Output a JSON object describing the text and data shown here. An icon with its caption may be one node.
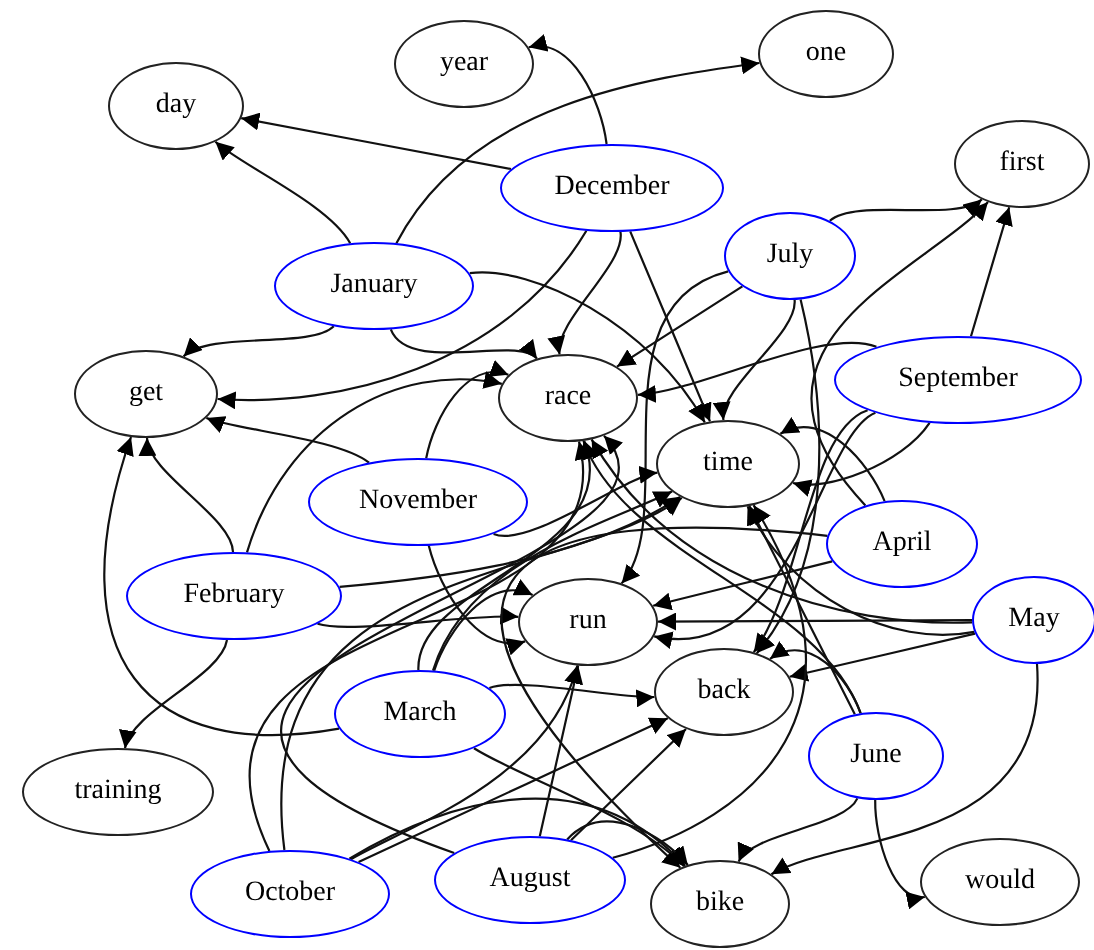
{
  "diagram": {
    "nodes": [
      {
        "text": [
          "year"
        ]
      },
      {
        "text": [
          "one"
        ]
      },
      {
        "text": [
          "day"
        ]
      },
      {
        "text": [
          "December"
        ]
      },
      {
        "text": [
          "first"
        ]
      },
      {
        "text": [
          "July"
        ]
      },
      {
        "text": [
          "January"
        ]
      },
      {
        "text": [
          "get"
        ]
      },
      {
        "text": [
          "race"
        ]
      },
      {
        "text": [
          "September"
        ]
      },
      {
        "text": [
          "time"
        ]
      },
      {
        "text": [
          "November"
        ]
      },
      {
        "text": [
          "April"
        ]
      },
      {
        "text": [
          "February"
        ]
      },
      {
        "text": [
          "May"
        ]
      },
      {
        "text": [
          "run"
        ]
      },
      {
        "text": [
          "back"
        ]
      },
      {
        "text": [
          "March"
        ]
      },
      {
        "text": [
          "June"
        ]
      },
      {
        "text": [
          "training"
        ]
      },
      {
        "text": [
          "October"
        ]
      },
      {
        "text": [
          "August"
        ]
      },
      {
        "text": [
          "bike"
        ]
      },
      {
        "text": [
          "would"
        ]
      }
    ],
    "edges": [
      {
        "from": 6,
        "to": 2,
        "arrow": "to"
      },
      {
        "from": 6,
        "to": 1,
        "arrow": "to"
      },
      {
        "from": 6,
        "to": 7,
        "arrow": "to"
      },
      {
        "from": 6,
        "to": 8,
        "arrow": "to"
      },
      {
        "from": 6,
        "to": 10,
        "arrow": "to"
      },
      {
        "from": 3,
        "to": 2,
        "arrow": "to"
      },
      {
        "from": 3,
        "to": 0,
        "arrow": "to"
      },
      {
        "from": 3,
        "to": 7,
        "arrow": "to"
      },
      {
        "from": 3,
        "to": 8,
        "arrow": "to"
      },
      {
        "from": 3,
        "to": 10,
        "arrow": "to"
      },
      {
        "from": 5,
        "to": 4,
        "arrow": "to"
      },
      {
        "from": 5,
        "to": 8,
        "arrow": "to"
      },
      {
        "from": 5,
        "to": 10,
        "arrow": "to"
      },
      {
        "from": 5,
        "to": 15,
        "arrow": "to"
      },
      {
        "from": 5,
        "to": 16,
        "arrow": "to"
      },
      {
        "from": 9,
        "to": 4,
        "arrow": "to"
      },
      {
        "from": 9,
        "to": 8,
        "arrow": "to"
      },
      {
        "from": 9,
        "to": 10,
        "arrow": "to"
      },
      {
        "from": 9,
        "to": 15,
        "arrow": "to"
      },
      {
        "from": 9,
        "to": 16,
        "arrow": "to"
      },
      {
        "from": 11,
        "to": 7,
        "arrow": "to"
      },
      {
        "from": 11,
        "to": 8,
        "arrow": "to"
      },
      {
        "from": 11,
        "to": 15,
        "arrow": "to"
      },
      {
        "from": 11,
        "to": 10,
        "arrow": "to"
      },
      {
        "from": 13,
        "to": 7,
        "arrow": "to"
      },
      {
        "from": 13,
        "to": 19,
        "arrow": "to"
      },
      {
        "from": 13,
        "to": 8,
        "arrow": "to"
      },
      {
        "from": 13,
        "to": 15,
        "arrow": "to"
      },
      {
        "from": 13,
        "to": 10,
        "arrow": "to"
      },
      {
        "from": 17,
        "to": 7,
        "arrow": "to"
      },
      {
        "from": 17,
        "to": 8,
        "arrow": "to"
      },
      {
        "from": 17,
        "to": 15,
        "arrow": "to"
      },
      {
        "from": 17,
        "to": 16,
        "arrow": "to"
      },
      {
        "from": 17,
        "to": 22,
        "arrow": "to"
      },
      {
        "from": 17,
        "to": 10,
        "arrow": "to"
      },
      {
        "from": 12,
        "to": 10,
        "arrow": "to"
      },
      {
        "from": 12,
        "to": 15,
        "arrow": "to"
      },
      {
        "from": 12,
        "to": 22,
        "arrow": "to"
      },
      {
        "from": 12,
        "to": 4,
        "arrow": "to"
      },
      {
        "from": 14,
        "to": 10,
        "arrow": "to"
      },
      {
        "from": 14,
        "to": 8,
        "arrow": "to"
      },
      {
        "from": 14,
        "to": 15,
        "arrow": "to"
      },
      {
        "from": 14,
        "to": 16,
        "arrow": "to"
      },
      {
        "from": 14,
        "to": 22,
        "arrow": "to"
      },
      {
        "from": 18,
        "to": 10,
        "arrow": "to"
      },
      {
        "from": 18,
        "to": 8,
        "arrow": "to"
      },
      {
        "from": 18,
        "to": 16,
        "arrow": "to"
      },
      {
        "from": 18,
        "to": 22,
        "arrow": "to"
      },
      {
        "from": 18,
        "to": 23,
        "arrow": "to"
      },
      {
        "from": 20,
        "to": 8,
        "arrow": "to"
      },
      {
        "from": 20,
        "to": 15,
        "arrow": "to"
      },
      {
        "from": 20,
        "to": 16,
        "arrow": "to"
      },
      {
        "from": 20,
        "to": 10,
        "arrow": "to"
      },
      {
        "from": 20,
        "to": 22,
        "arrow": "to"
      },
      {
        "from": 21,
        "to": 15,
        "arrow": "to"
      },
      {
        "from": 21,
        "to": 8,
        "arrow": "to"
      },
      {
        "from": 21,
        "to": 10,
        "arrow": "to"
      },
      {
        "from": 21,
        "to": 16,
        "arrow": "to"
      },
      {
        "from": 21,
        "to": 22,
        "arrow": "to"
      }
    ]
  }
}
